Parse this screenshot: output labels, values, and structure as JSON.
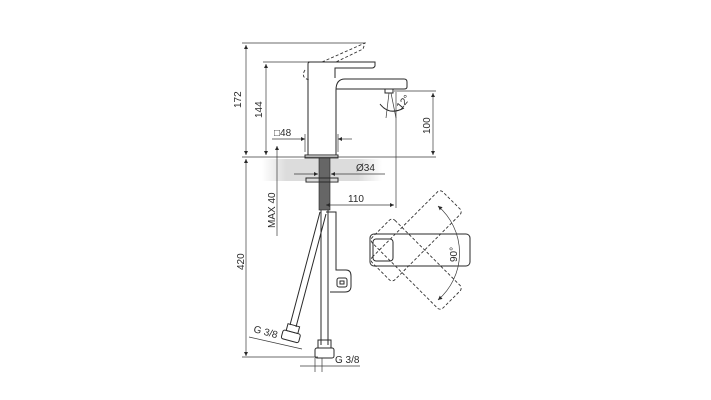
{
  "drawing": {
    "dimensions": {
      "overall_height": "172",
      "lever_height": "144",
      "spout_height": "100",
      "base_square": "□48",
      "hole_diameter": "Ø34",
      "max_deck_thickness": "MAX 40",
      "spout_reach": "110",
      "hose_length": "420",
      "hose_thread_left": "G 3/8",
      "hose_thread_right": "G 3/8",
      "spout_angle": "12°",
      "lever_rotation": "90°"
    },
    "colors": {
      "line": "#2a2a2a",
      "deck_band": "#d9d9d9"
    }
  }
}
